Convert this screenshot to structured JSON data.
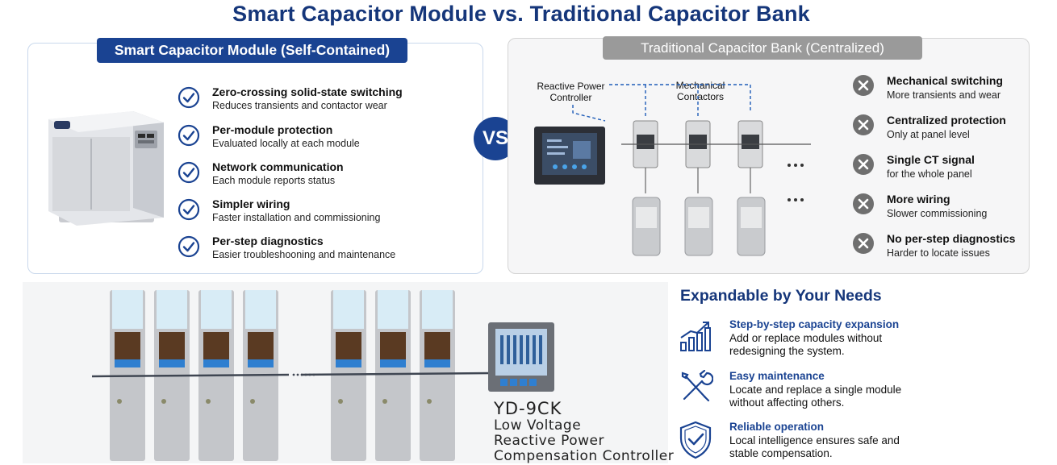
{
  "title": "Smart Capacitor Module vs. Traditional Capacitor Bank",
  "colors": {
    "navy": "#1a4392",
    "title_navy": "#15367a",
    "grey_header": "#9a9a9a",
    "x_icon": "#6f6f6f"
  },
  "smart": {
    "header": "Smart Capacitor Module (Self-Contained)",
    "features": [
      {
        "icon": "check-circle-icon",
        "title": "Zero-crossing solid-state switching",
        "desc": "Reduces transients and contactor wear"
      },
      {
        "icon": "check-circle-icon",
        "title": "Per-module protection",
        "desc": "Evaluated locally at each module"
      },
      {
        "icon": "check-circle-icon",
        "title": "Network communication",
        "desc": "Each module reports status"
      },
      {
        "icon": "check-circle-icon",
        "title": "Simpler wiring",
        "desc": "Faster installation and commissioning"
      },
      {
        "icon": "check-circle-icon",
        "title": "Per-step diagnostics",
        "desc": "Easier troubleshooning and maintenance"
      }
    ]
  },
  "vs_label": "VS",
  "traditional": {
    "header": "Traditional Capacitor Bank (Centralized)",
    "controller_label": "Reactive Power Controller",
    "contactors_label": "Mechanical Contactors",
    "features": [
      {
        "icon": "x-circle-icon",
        "title": "Mechanical switching",
        "desc": "More transients and wear"
      },
      {
        "icon": "x-circle-icon",
        "title": "Centralized protection",
        "desc": "Only at panel level"
      },
      {
        "icon": "x-circle-icon",
        "title": "Single CT signal",
        "desc": "for the whole panel"
      },
      {
        "icon": "x-circle-icon",
        "title": "More wiring",
        "desc": "Slower commissioning"
      },
      {
        "icon": "x-circle-icon",
        "title": "No per-step diagnostics",
        "desc": "Harder to locate issues"
      }
    ]
  },
  "controller": {
    "model": "YD-9CK",
    "desc_lines": [
      "Low Voltage",
      "Reactive Power",
      "Compensation Controller"
    ]
  },
  "expandable": {
    "title": "Expandable by Your Needs",
    "items": [
      {
        "icon": "bar-chart-growth-icon",
        "title": "Step-by-step capacity expansion",
        "desc": "Add or replace modules without redesigning the system."
      },
      {
        "icon": "wrench-screwdriver-icon",
        "title": "Easy maintenance",
        "desc": "Locate and replace a single module without affecting others."
      },
      {
        "icon": "shield-check-icon",
        "title": "Reliable operation",
        "desc": "Local intelligence ensures safe and stable compensation."
      }
    ]
  }
}
